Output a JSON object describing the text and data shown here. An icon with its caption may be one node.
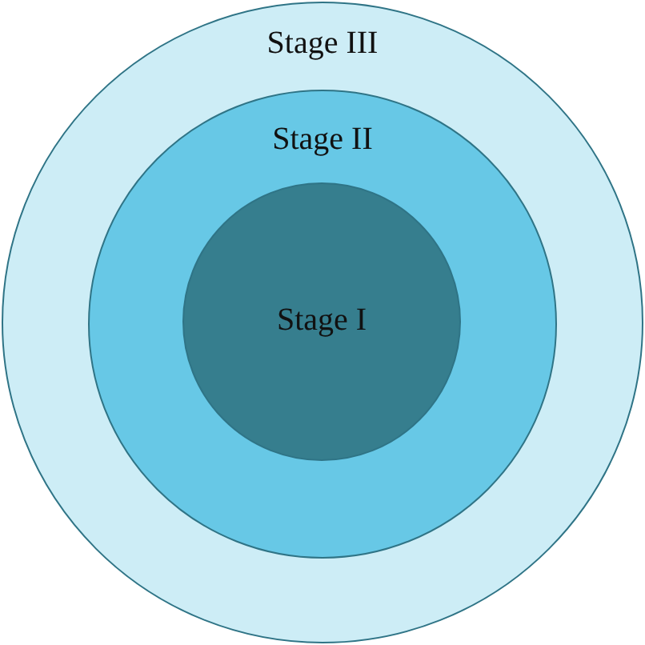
{
  "diagram": {
    "nodes": [
      {
        "text": [
          "Stage III"
        ]
      },
      {
        "text": [
          "Stage II"
        ],
        "in": 0
      },
      {
        "text": [
          "Stage I"
        ],
        "in": 1
      }
    ]
  }
}
